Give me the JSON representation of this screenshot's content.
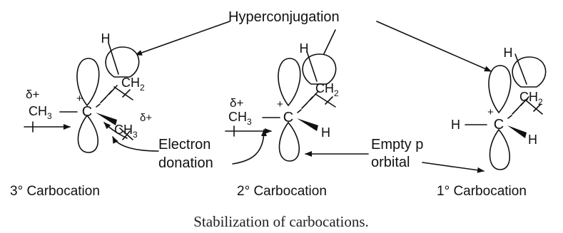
{
  "labels": {
    "hyperconjugation": "Hyperconjugation",
    "electron_donation_1": "Electron",
    "electron_donation_2": "donation",
    "empty_p_1": "Empty p",
    "empty_p_2": "orbital",
    "caption": "Stabilization of carbocations."
  },
  "molecules": [
    {
      "id": "tertiary",
      "name": "3° Carbocation",
      "center": "C",
      "charge": "+",
      "top_h": "H",
      "top_group": "CH",
      "top_sub": "2",
      "left_group": "CH",
      "left_sub": "3",
      "left_delta": "δ+",
      "right_group": "CH",
      "right_sub": "3",
      "right_delta": "δ+"
    },
    {
      "id": "secondary",
      "name": "2° Carbocation",
      "center": "C",
      "charge": "+",
      "top_h": "H",
      "top_group": "CH",
      "top_sub": "2",
      "left_group": "CH",
      "left_sub": "3",
      "left_delta": "δ+",
      "right_atom": "H"
    },
    {
      "id": "primary",
      "name": "1° Carbocation",
      "center": "C",
      "charge": "+",
      "top_h": "H",
      "top_group": "CH",
      "top_sub": "2",
      "left_atom": "H",
      "right_atom": "H"
    }
  ]
}
